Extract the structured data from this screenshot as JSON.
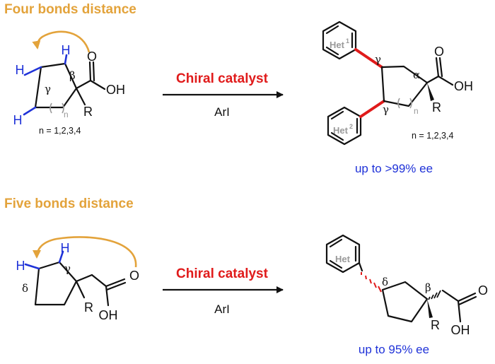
{
  "section1": {
    "heading": "Four bonds distance",
    "reagent_catalyst": "Chiral catalyst",
    "reagent_aryl": "ArI",
    "sm_n_values": "n = 1,2,3,4",
    "prod_n_values": "n = 1,2,3,4",
    "selectivity": "up to >99% ee",
    "het1": "Het",
    "het1_sup": "1",
    "het2": "Het",
    "het2_sup": "2"
  },
  "section2": {
    "heading": "Five bonds distance",
    "reagent_catalyst": "Chiral catalyst",
    "reagent_aryl": "ArI",
    "selectivity": "up to 95% ee",
    "het": "Het"
  },
  "atoms": {
    "H": "H",
    "O": "O",
    "OH": "OH",
    "R": "R",
    "n": "n",
    "beta": "β",
    "gamma": "γ",
    "delta": "δ",
    "alpha": "α"
  },
  "colors": {
    "heading": "#E3A33B",
    "catalyst": "#E01B1B",
    "selectivity": "#1F32D8",
    "hydrogen": "#1F32D8",
    "het_label": "#9A9A9A",
    "arc": "#E3A33B",
    "new_bond": "#E01B1B"
  }
}
